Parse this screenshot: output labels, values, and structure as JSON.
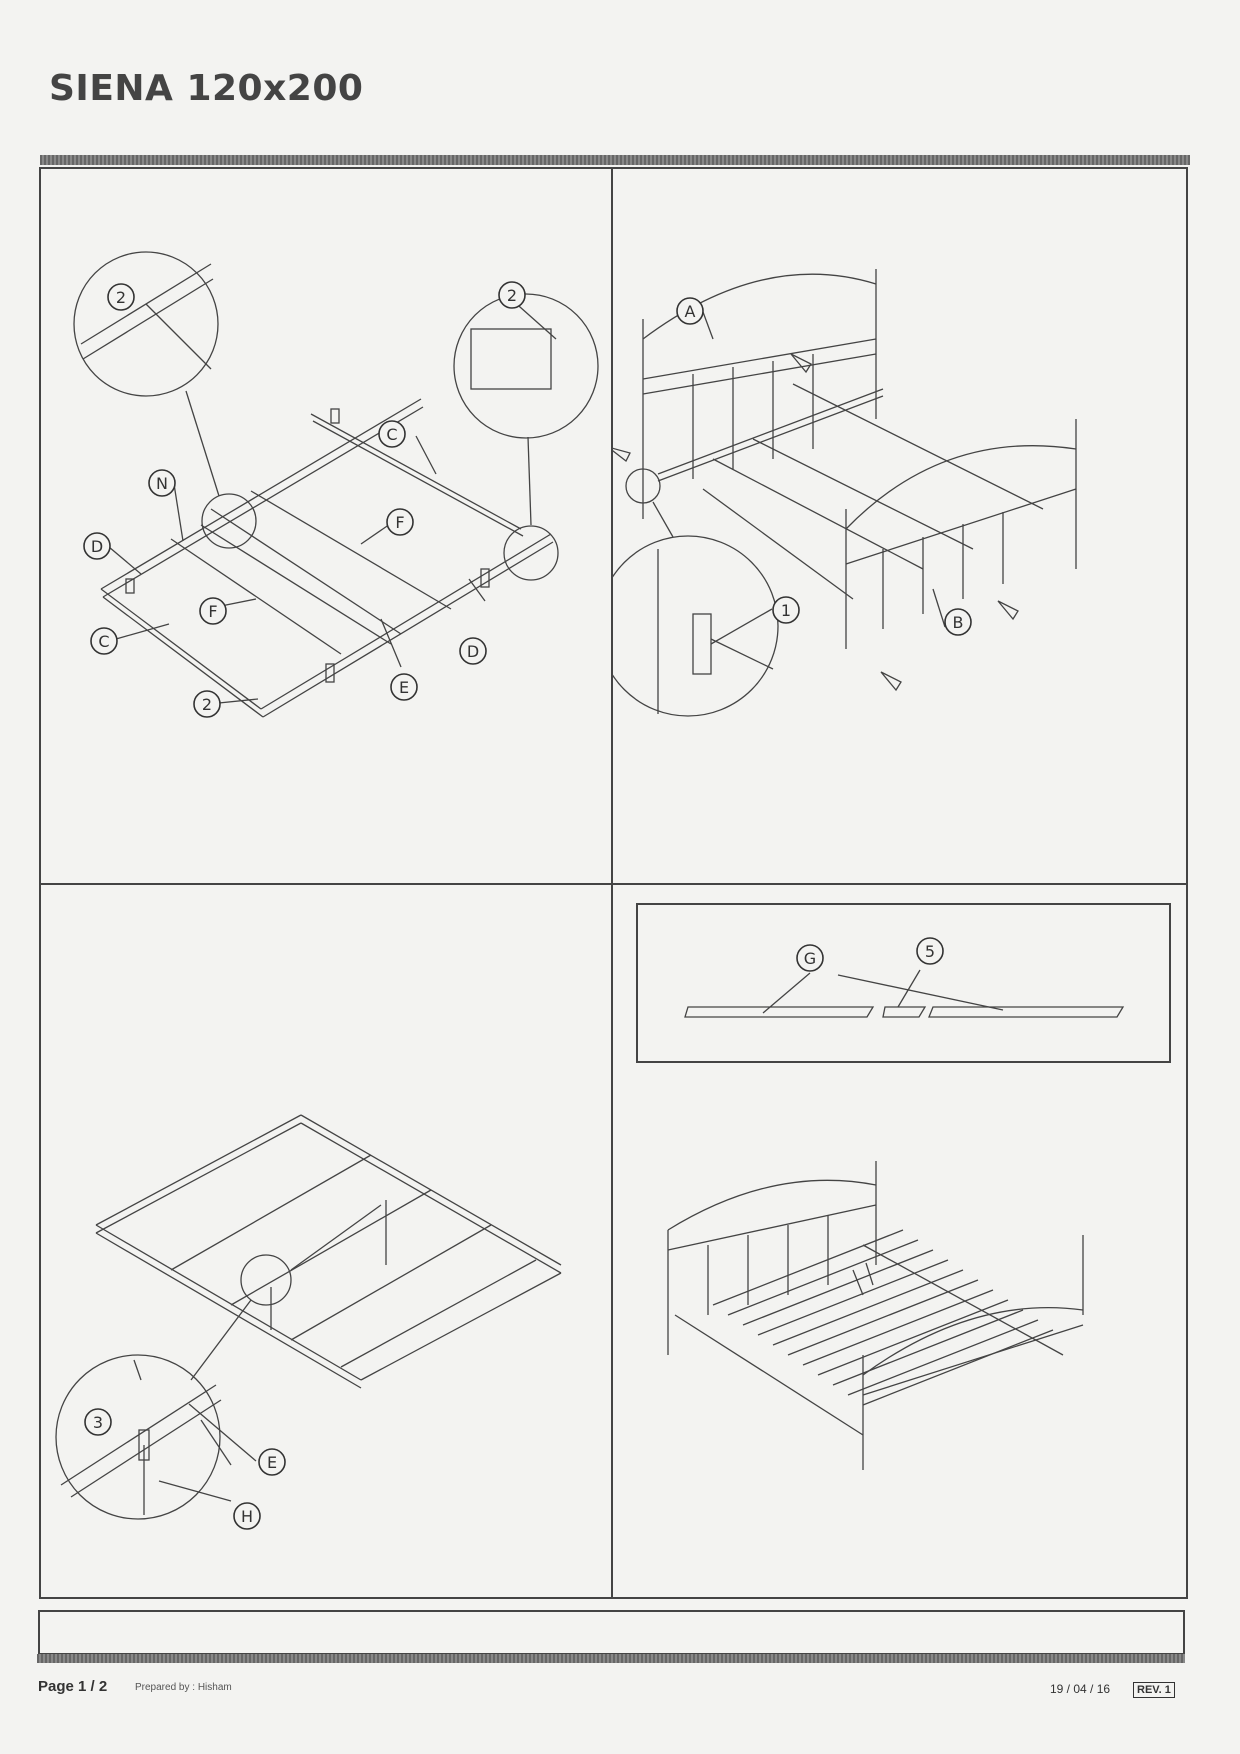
{
  "document": {
    "title": "SIENA 120x200"
  },
  "panels": {
    "step1_labels": [
      "2",
      "2",
      "C",
      "N",
      "F",
      "D",
      "F",
      "C",
      "D",
      "E",
      "2"
    ],
    "step2_labels": [
      "A",
      "1",
      "B"
    ],
    "step3_labels": [
      "3",
      "E",
      "H"
    ],
    "step4_labels": [
      "G",
      "5"
    ]
  },
  "footer": {
    "page": "Page 1 / 2",
    "prepared_by": "Prepared by : Hisham",
    "date": "19 / 04 / 16",
    "revision": "REV. 1"
  }
}
